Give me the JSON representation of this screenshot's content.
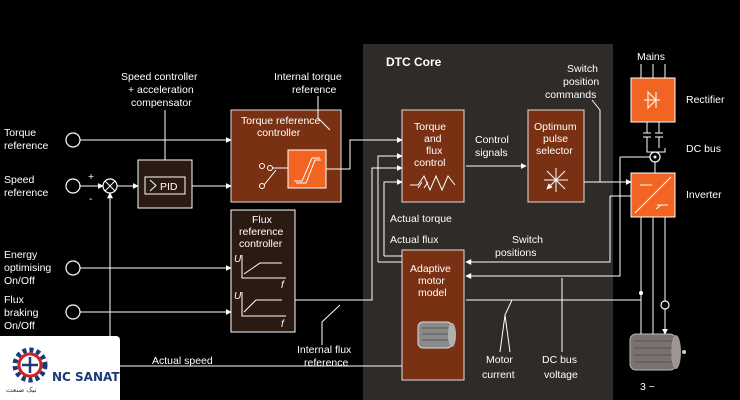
{
  "diagram": {
    "inputs": {
      "torque_reference": [
        "Torque",
        "reference"
      ],
      "speed_reference": [
        "Speed",
        "reference"
      ],
      "energy_optimising": [
        "Energy",
        "optimising",
        "On/Off"
      ],
      "flux_braking": [
        "Flux",
        "braking",
        "On/Off"
      ]
    },
    "labels": {
      "speed_controller": [
        "Speed controller",
        "+ acceleration",
        "compensator"
      ],
      "internal_torque_reference": [
        "Internal torque",
        "reference"
      ],
      "dtc_core": "DTC Core",
      "switch_position_commands": [
        "Switch",
        "position",
        "commands"
      ],
      "mains": "Mains",
      "rectifier": "Rectifier",
      "dc_bus": "DC bus",
      "inverter": "Inverter",
      "control_signals": [
        "Control",
        "signals"
      ],
      "actual_torque": "Actual torque",
      "actual_flux": "Actual flux",
      "switch_positions": [
        "Switch",
        "positions"
      ],
      "actual_speed": "Actual speed",
      "internal_flux_reference": [
        "Internal flux",
        "reference"
      ],
      "motor_current": [
        "Motor",
        "current"
      ],
      "dc_bus_voltage": [
        "DC bus",
        "voltage"
      ],
      "plus_sign": "+",
      "minus_sign": "-",
      "motor_phase": "3 ~"
    },
    "blocks": {
      "pid": "PID",
      "torque_ref_controller": [
        "Torque reference",
        "controller"
      ],
      "flux_ref_controller": [
        "Flux",
        "reference",
        "controller"
      ],
      "torque_flux_control": [
        "Torque",
        "and",
        "flux",
        "control"
      ],
      "optimum_pulse_selector": [
        "Optimum",
        "pulse",
        "selector"
      ],
      "adaptive_motor_model": [
        "Adaptive",
        "motor",
        "model"
      ]
    },
    "curve_labels": {
      "u": "U",
      "f": "f"
    }
  },
  "logo": {
    "name": "NC SANAT",
    "subtitle": "نیک صنعت"
  },
  "colors": {
    "background": "#000000",
    "core": "#2e2b29",
    "orange": "#f26422",
    "dark_block": "#2b1a12",
    "rust_block": "#7a3012",
    "logo_blue": "#1b3a78"
  }
}
